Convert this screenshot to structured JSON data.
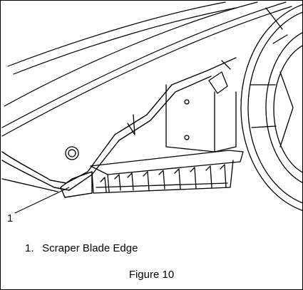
{
  "callout": {
    "number": "1"
  },
  "legend": {
    "items": [
      {
        "number": "1.",
        "label": "Scraper Blade Edge"
      }
    ]
  },
  "figure": {
    "label": "Figure 10"
  }
}
